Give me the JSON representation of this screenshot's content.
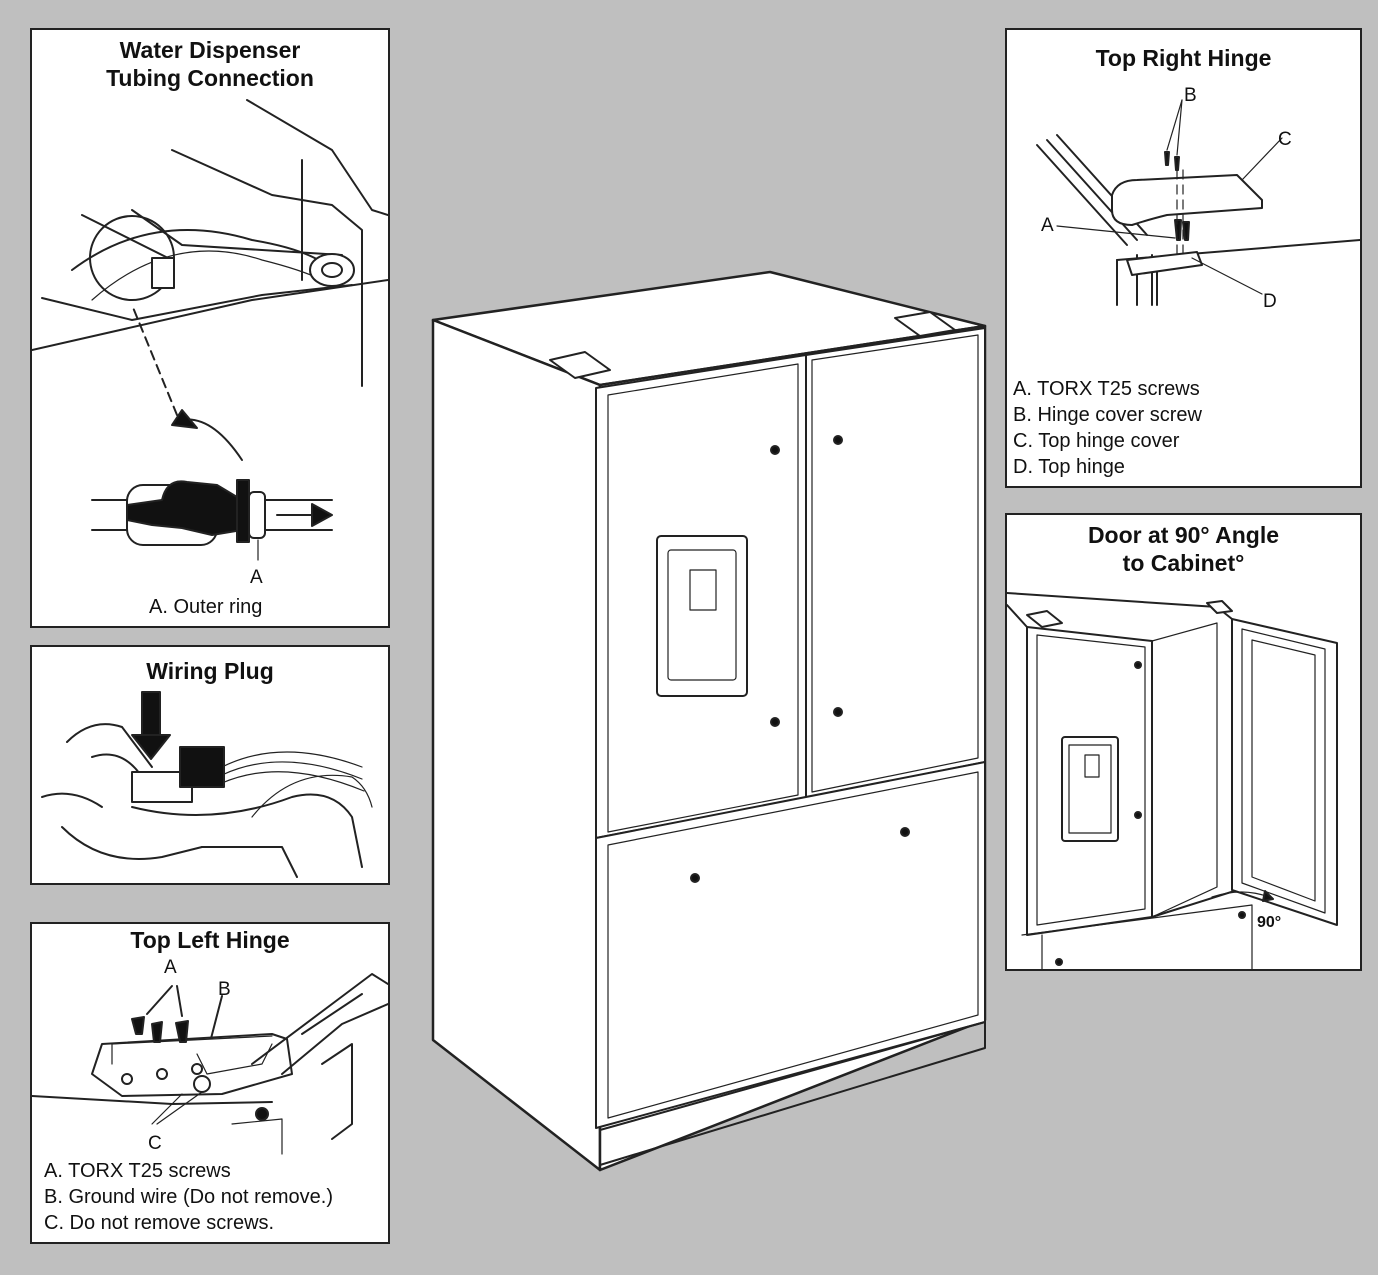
{
  "background_color": "#bfbfbf",
  "panels": {
    "water_dispenser": {
      "title_line1": "Water Dispenser",
      "title_line2": "Tubing Connection",
      "label_a": "A",
      "caption_a": "A. Outer ring"
    },
    "wiring_plug": {
      "title": "Wiring Plug"
    },
    "top_left_hinge": {
      "title": "Top Left Hinge",
      "label_a": "A",
      "label_b": "B",
      "label_c": "C",
      "caption_a": "A. TORX T25 screws",
      "caption_b": "B. Ground wire (Do not remove.)",
      "caption_c": "C. Do not remove screws."
    },
    "top_right_hinge": {
      "title": "Top Right Hinge",
      "label_a": "A",
      "label_b": "B",
      "label_c": "C",
      "label_d": "D",
      "caption_a": "A. TORX T25 screws",
      "caption_b": "B. Hinge cover screw",
      "caption_c": "C. Top hinge cover",
      "caption_d": "D. Top hinge"
    },
    "door_angle": {
      "title_line1": "Door at 90° Angle",
      "title_line2": "to Cabinet°",
      "angle_label": "90°"
    }
  }
}
